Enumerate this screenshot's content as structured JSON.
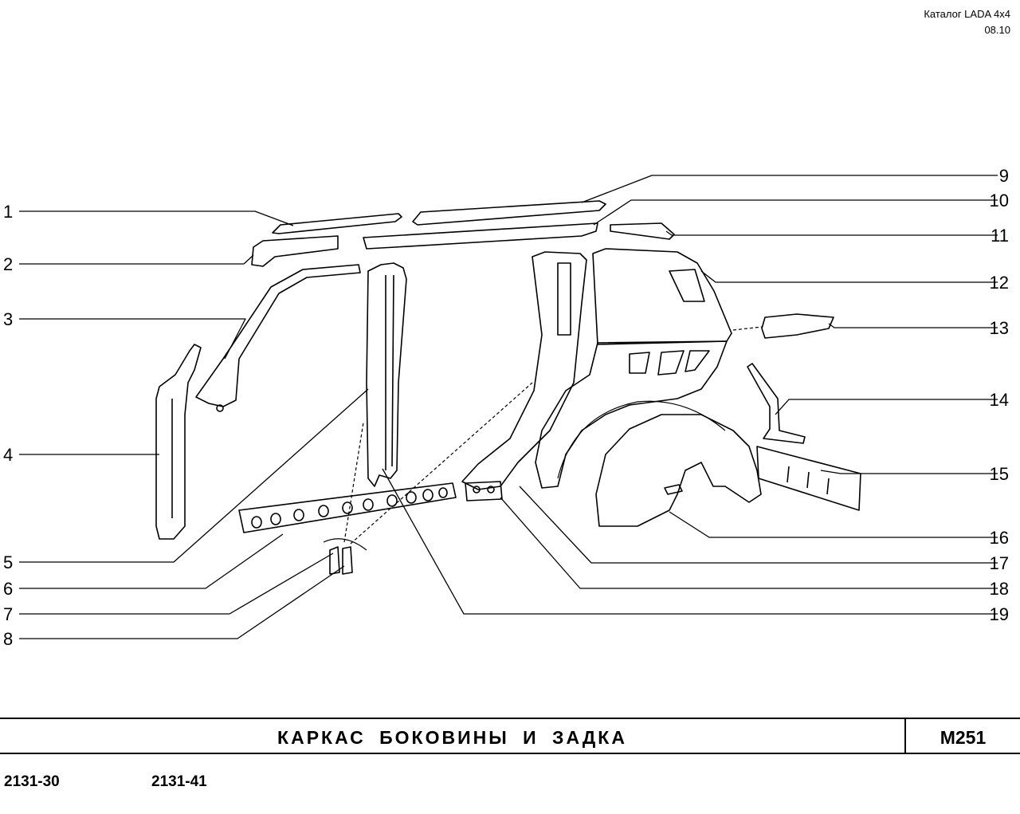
{
  "header": {
    "catalog": "Каталог LADA 4x4",
    "date": "08.10"
  },
  "callouts": [
    "1",
    "2",
    "3",
    "4",
    "5",
    "6",
    "7",
    "8",
    "9",
    "10",
    "11",
    "12",
    "13",
    "14",
    "15",
    "16",
    "17",
    "18",
    "19"
  ],
  "footer": {
    "title": "КАРКАС БОКОВИНЫ И ЗАДКА",
    "code": "M251",
    "models": [
      "2131-30",
      "2131-41"
    ]
  }
}
